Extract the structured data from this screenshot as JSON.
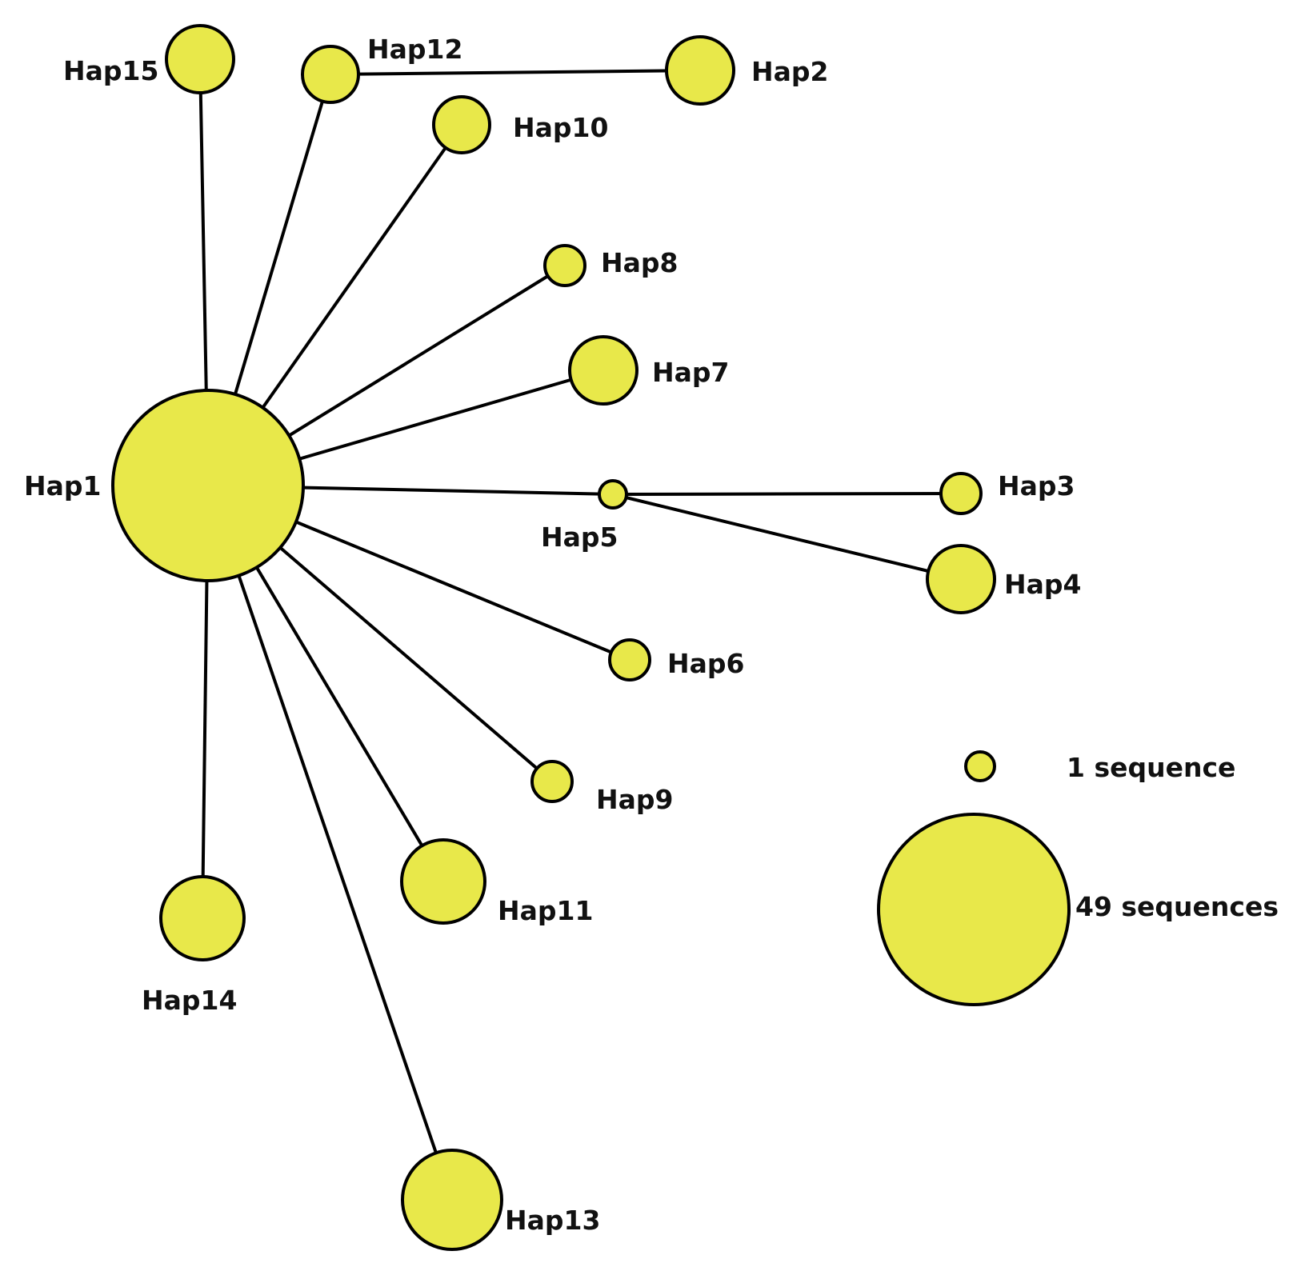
{
  "diagram": {
    "type": "haplotype-network",
    "node_color": "#e8e84a",
    "edge_color": "#000000",
    "nodes": [
      {
        "id": "hap1",
        "label": "Hap1"
      },
      {
        "id": "hap2",
        "label": "Hap2"
      },
      {
        "id": "hap3",
        "label": "Hap3"
      },
      {
        "id": "hap4",
        "label": "Hap4"
      },
      {
        "id": "hap5",
        "label": "Hap5"
      },
      {
        "id": "hap6",
        "label": "Hap6"
      },
      {
        "id": "hap7",
        "label": "Hap7"
      },
      {
        "id": "hap8",
        "label": "Hap8"
      },
      {
        "id": "hap9",
        "label": "Hap9"
      },
      {
        "id": "hap10",
        "label": "Hap10"
      },
      {
        "id": "hap11",
        "label": "Hap11"
      },
      {
        "id": "hap12",
        "label": "Hap12"
      },
      {
        "id": "hap13",
        "label": "Hap13"
      },
      {
        "id": "hap14",
        "label": "Hap14"
      },
      {
        "id": "hap15",
        "label": "Hap15"
      }
    ],
    "edges": [
      [
        "hap1",
        "hap15"
      ],
      [
        "hap1",
        "hap12"
      ],
      [
        "hap12",
        "hap2"
      ],
      [
        "hap1",
        "hap10"
      ],
      [
        "hap1",
        "hap8"
      ],
      [
        "hap1",
        "hap7"
      ],
      [
        "hap1",
        "hap5"
      ],
      [
        "hap5",
        "hap3"
      ],
      [
        "hap5",
        "hap4"
      ],
      [
        "hap1",
        "hap6"
      ],
      [
        "hap1",
        "hap9"
      ],
      [
        "hap1",
        "hap11"
      ],
      [
        "hap1",
        "hap13"
      ],
      [
        "hap1",
        "hap14"
      ]
    ]
  },
  "legend": {
    "small_label": "1 sequence",
    "large_label": "49 sequences"
  }
}
